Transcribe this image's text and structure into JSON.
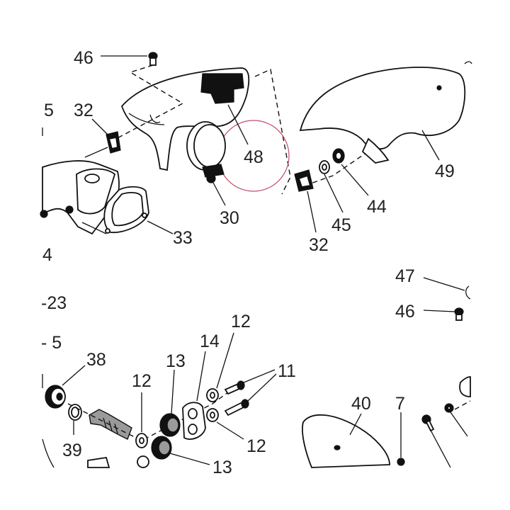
{
  "labels": {
    "l46a": "46",
    "l5a": "5",
    "l32a": "32",
    "l48": "48",
    "l30": "30",
    "l33": "33",
    "l4": "4",
    "l49": "49",
    "l44": "44",
    "l45": "45",
    "l32b": "32",
    "l47": "47",
    "l46b": "46",
    "l23": "23",
    "l5b": "5",
    "l38": "38",
    "l39": "39",
    "l13a": "13",
    "l14": "14",
    "l12a": "12",
    "l12b": "12",
    "l11": "11",
    "l12c": "12",
    "l13b": "13",
    "l40": "40",
    "l7": "7"
  },
  "colors": {
    "ink": "#111111",
    "highlight_circle": "#c0506a"
  }
}
